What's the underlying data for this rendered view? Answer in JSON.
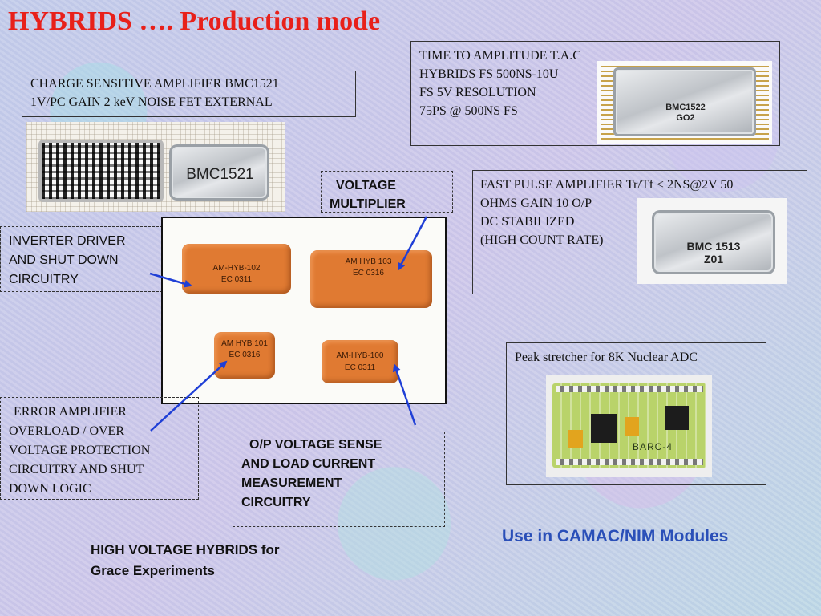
{
  "title": "HYBRIDS …. Production mode",
  "charge_amp": {
    "lines": [
      "CHARGE SENSITIVE AMPLIFIER BMC1521",
      "1V/PC GAIN 2 keV NOISE FET EXTERNAL"
    ],
    "chip_label": "BMC1521"
  },
  "tac": {
    "lines": [
      "TIME TO AMPLITUDE T.A.C",
      "HYBRIDS FS 500NS-10U",
      "FS 5V RESOLUTION",
      "75PS @ 500NS FS"
    ],
    "chip_label_1": "BMC1522",
    "chip_label_2": "GO2"
  },
  "voltage_multiplier": {
    "lines": [
      "VOLTAGE",
      "MULTIPLIER"
    ]
  },
  "fast_pulse": {
    "lines": [
      "FAST PULSE AMPLIFIER Tr/Tf < 2NS@2V 50",
      "OHMS GAIN 10 O/P",
      "DC STABILIZED",
      "(HIGH COUNT RATE)"
    ],
    "chip_label_1": "BMC 1513",
    "chip_label_2": "Z01"
  },
  "inverter": {
    "lines": [
      "INVERTER DRIVER",
      "AND SHUT DOWN",
      "CIRCUITRY"
    ]
  },
  "hybrids": [
    {
      "line1": "AM-HYB-102",
      "line2": "EC 0311"
    },
    {
      "line1": "AM HYB 103",
      "line2": "EC 0316"
    },
    {
      "line1": "AM HYB 101",
      "line2": "EC 0316"
    },
    {
      "line1": "AM-HYB-100",
      "line2": "EC 0311"
    }
  ],
  "peak_stretcher": {
    "text": "Peak stretcher for 8K  Nuclear ADC",
    "board_label": "BARC-4"
  },
  "error_amp": {
    "lines": [
      "ERROR AMPLIFIER",
      "OVERLOAD / OVER",
      "VOLTAGE PROTECTION",
      "CIRCUITRY AND SHUT",
      "DOWN LOGIC"
    ]
  },
  "op_sense": {
    "lines": [
      "O/P VOLTAGE SENSE",
      "AND LOAD CURRENT",
      "MEASUREMENT",
      "CIRCUITRY"
    ]
  },
  "camac": "Use in CAMAC/NIM Modules",
  "hv_hybrids": {
    "lines": [
      "HIGH VOLTAGE HYBRIDS for",
      "Grace Experiments"
    ]
  },
  "colors": {
    "title": "#e8201a",
    "accent_blue": "#2a4fb8",
    "arrow": "#1f3fd6",
    "hybrid_orange": "#e07a32"
  }
}
